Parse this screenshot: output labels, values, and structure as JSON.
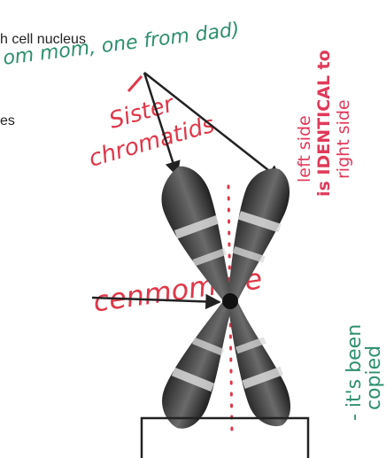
{
  "printed_text": {
    "line1": "h cell nucleus",
    "line2": "es"
  },
  "annotations": {
    "parents_note": "om mom, one from dad)",
    "sister_chromatids": [
      "Sister",
      "chromatids"
    ],
    "identical_note": [
      "left side",
      "is IDENTICAL to",
      "right side"
    ],
    "centromere": "cenmomere",
    "copied_note": [
      "- it's been",
      "copied"
    ]
  },
  "colors": {
    "green_ink": "#2f8f6f",
    "red_ink": "#e0384a",
    "pink_ink": "#e03a5a",
    "arrow_ink": "#222222",
    "chromosome_dark": "#3a3a3a",
    "chromosome_light": "#d9d9d9"
  }
}
